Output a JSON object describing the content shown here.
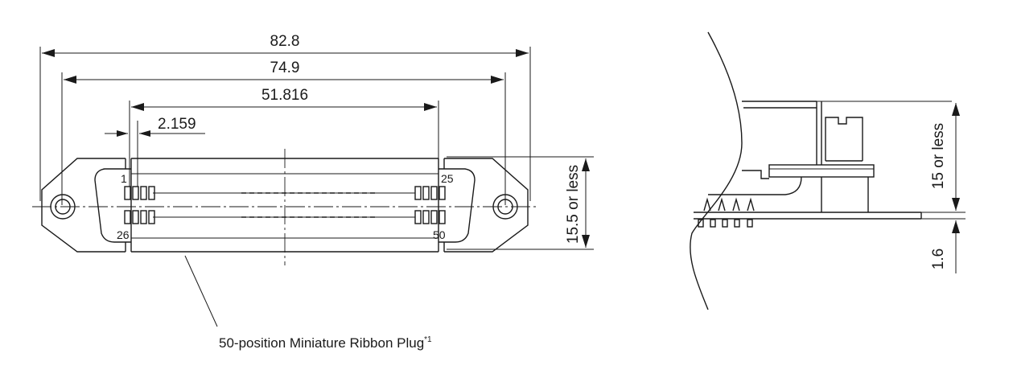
{
  "front_view": {
    "dimensions": {
      "overall_width": "82.8",
      "mounting_hole_pitch": "74.9",
      "contact_span": "51.816",
      "contact_pitch": "2.159",
      "height": "15.5 or less"
    },
    "pin_labels": {
      "top_left": "1",
      "top_right": "25",
      "bottom_left": "26",
      "bottom_right": "50"
    },
    "callout": {
      "text": "50-position Miniature Ribbon Plug",
      "footnote": "*1"
    }
  },
  "side_view": {
    "dimensions": {
      "connector_height": "15 or less",
      "board_thickness": "1.6"
    }
  }
}
